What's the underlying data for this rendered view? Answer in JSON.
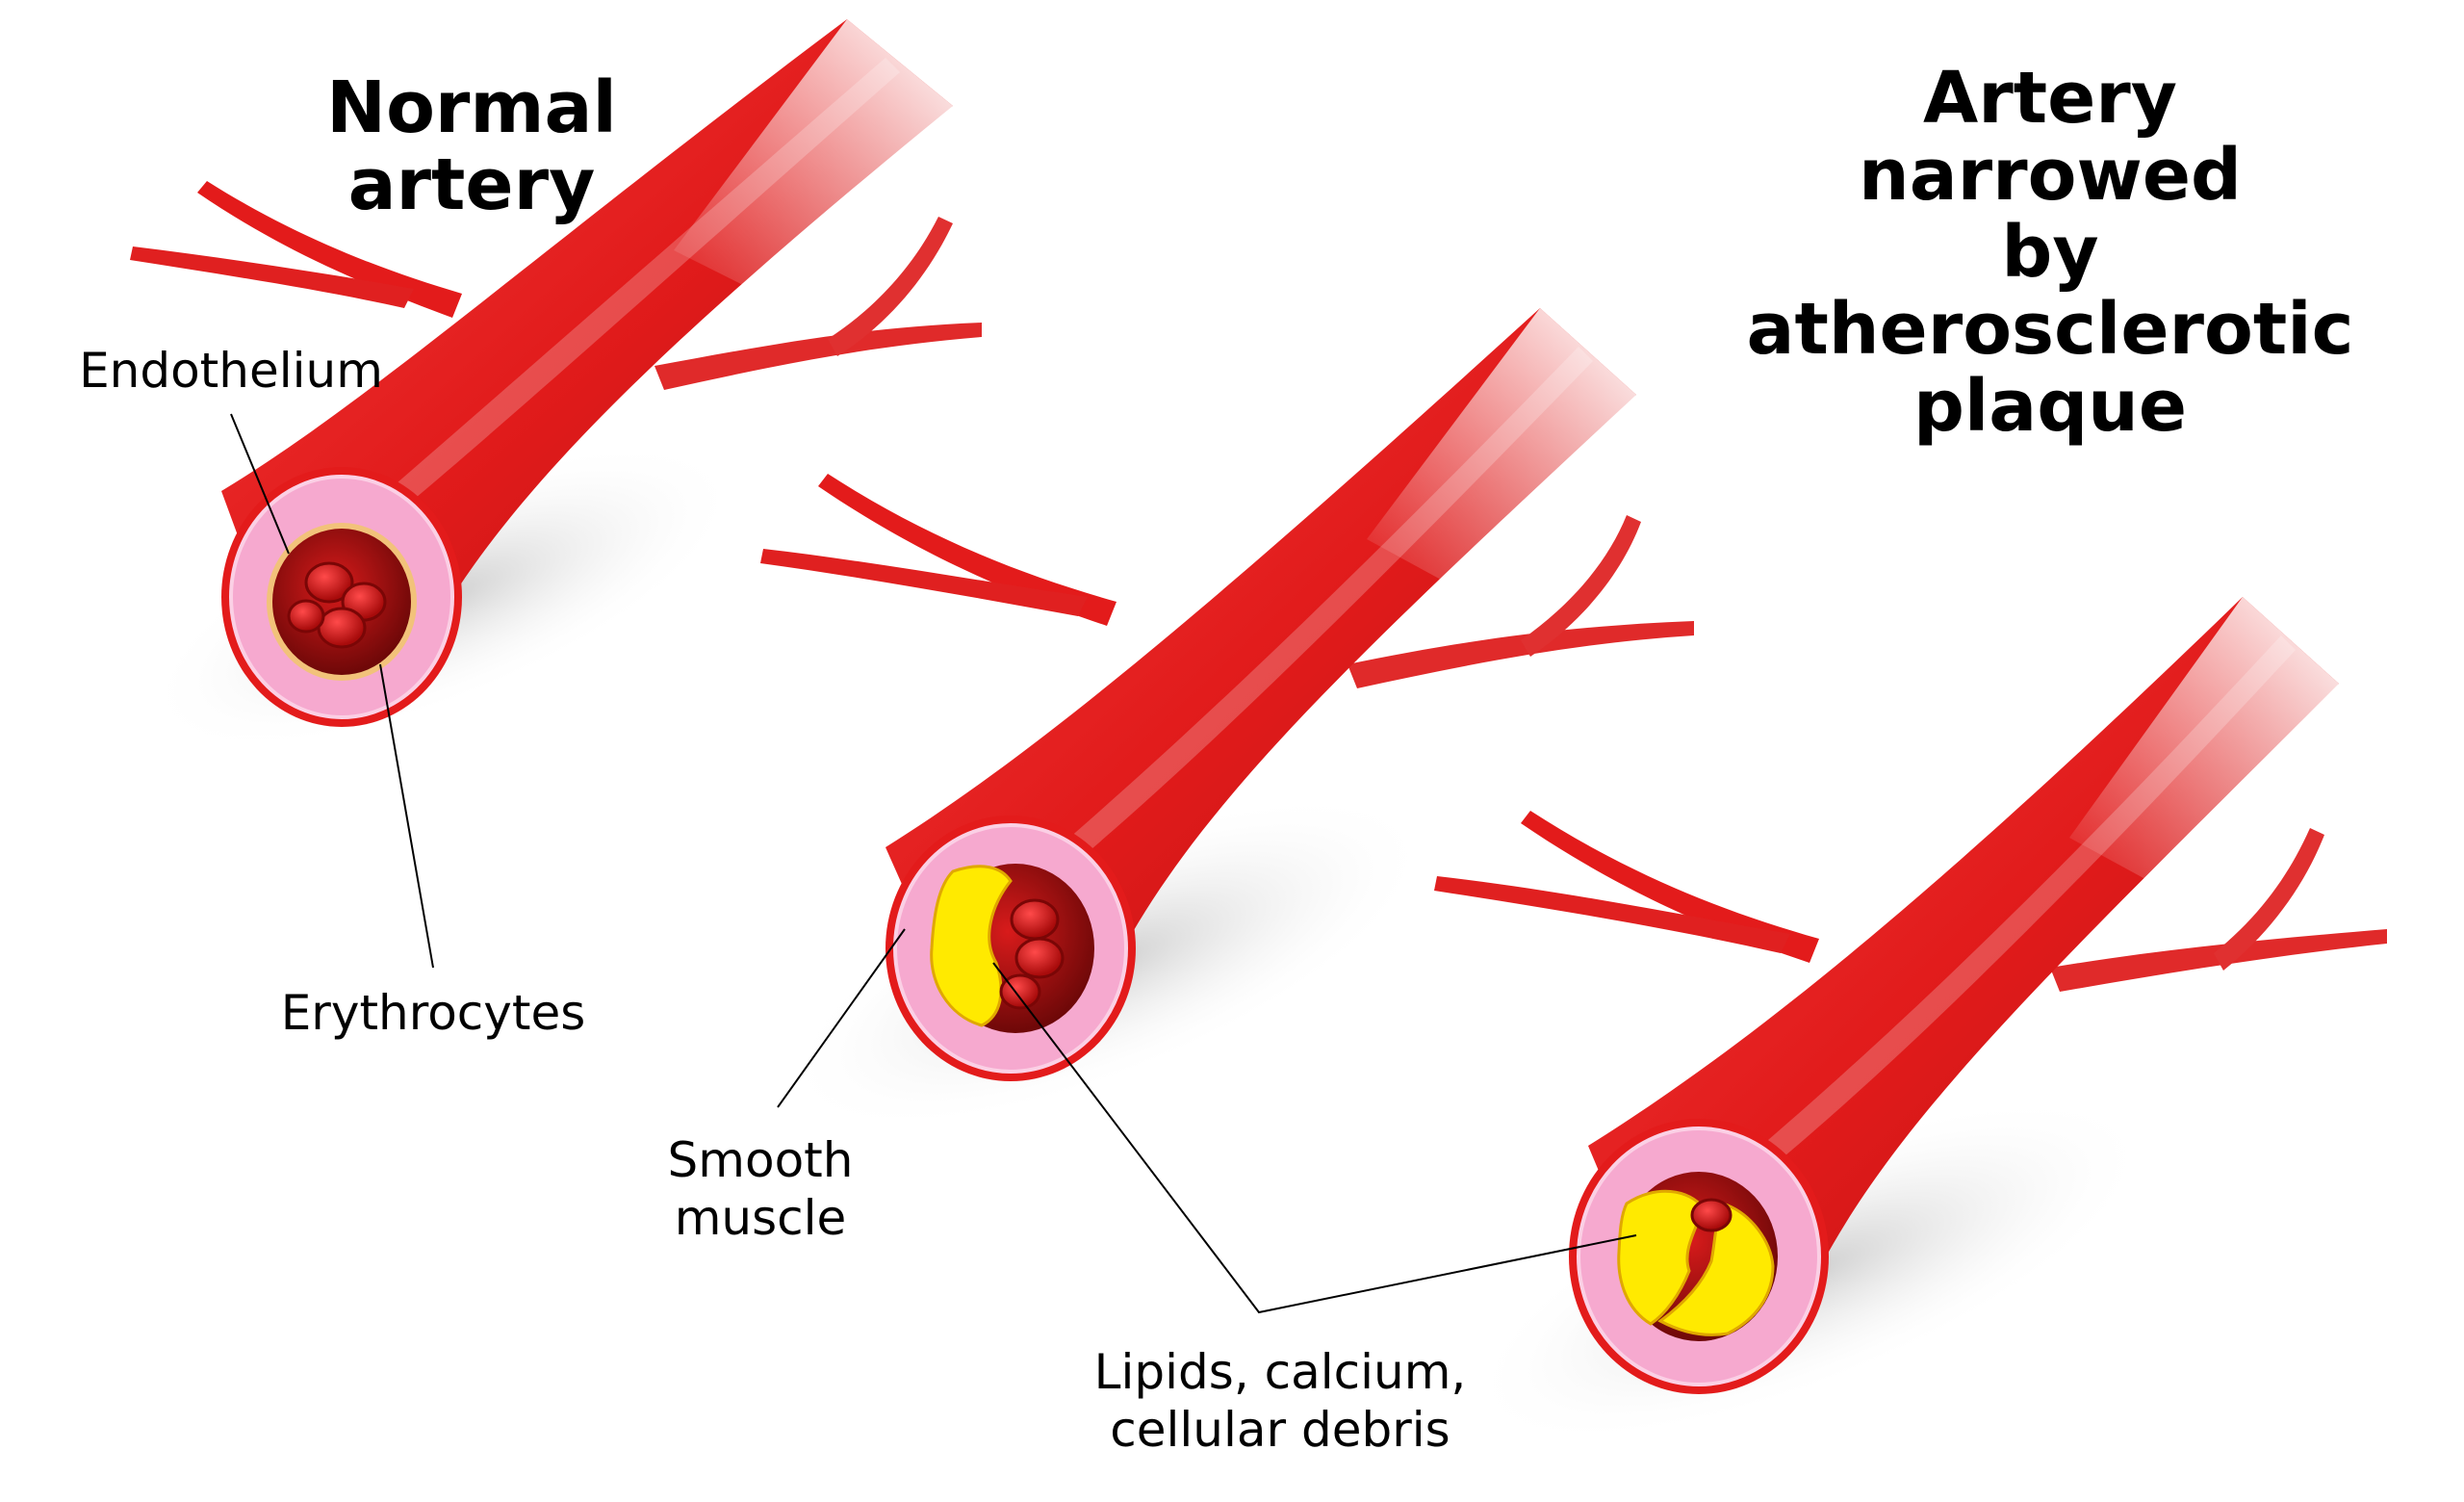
{
  "titles": {
    "normal": "Normal\nartery",
    "narrowed": "Artery\nnarrowed\nby atherosclerotic\nplaque"
  },
  "labels": {
    "endothelium": "Endothelium",
    "erythrocytes": "Erythrocytes",
    "smooth_muscle": "Smooth\nmuscle",
    "plaque": "Lipids, calcium,\ncellular debris"
  },
  "colors": {
    "artery_red": "#e11b1b",
    "artery_dark": "#b50f0f",
    "wall_pink": "#f6a9cf",
    "wall_light": "#fbd0e5",
    "lumen": "#8a0d0d",
    "plaque_yellow": "#ffea00",
    "line": "#000000"
  }
}
